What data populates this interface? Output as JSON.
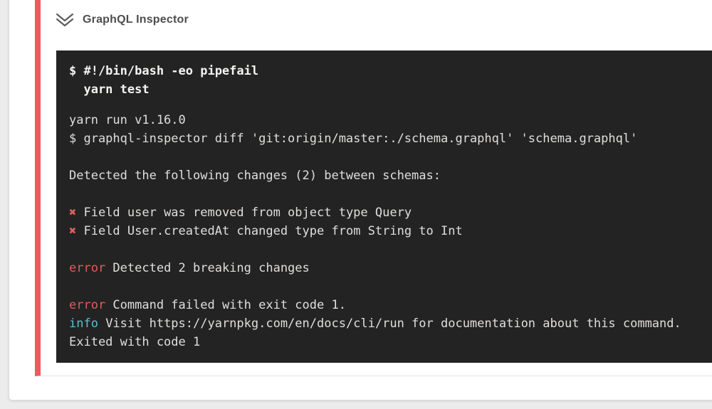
{
  "page": {
    "background_color": "#ececec"
  },
  "card": {
    "background_color": "#ffffff",
    "border_color": "#dedede"
  },
  "step": {
    "title": "GraphQL Inspector",
    "collapse_icon": "chevron-double-down-icon",
    "accent_color": "#ea5c5c",
    "status": "failed"
  },
  "terminal": {
    "background": "#232323",
    "colors": {
      "default": "#e0dedc",
      "bold": "#f5f4f2",
      "red": "#e05d5a",
      "cyan": "#54c3cf"
    },
    "command_lines": [
      {
        "text": "$ #!/bin/bash -eo pipefail"
      },
      {
        "text": "  yarn test"
      }
    ],
    "output_lines": [
      {
        "segments": [
          {
            "text": "yarn run v1.16.0",
            "color": "default"
          }
        ]
      },
      {
        "segments": [
          {
            "text": "$ graphql-inspector diff 'git:origin/master:./schema.graphql' 'schema.graphql'",
            "color": "default"
          }
        ]
      },
      {
        "segments": []
      },
      {
        "segments": [
          {
            "text": "Detected the following changes (2) between schemas:",
            "color": "default"
          }
        ]
      },
      {
        "segments": []
      },
      {
        "segments": [
          {
            "text": "✖",
            "color": "red"
          },
          {
            "text": " Field user was removed from object type Query",
            "color": "default"
          }
        ]
      },
      {
        "segments": [
          {
            "text": "✖",
            "color": "red"
          },
          {
            "text": " Field User.createdAt changed type from String to Int",
            "color": "default"
          }
        ]
      },
      {
        "segments": []
      },
      {
        "segments": [
          {
            "text": "error",
            "color": "red"
          },
          {
            "text": " Detected 2 breaking changes",
            "color": "default"
          }
        ]
      },
      {
        "segments": []
      },
      {
        "segments": [
          {
            "text": "error",
            "color": "red"
          },
          {
            "text": " Command failed with exit code 1.",
            "color": "default"
          }
        ]
      },
      {
        "segments": [
          {
            "text": "info",
            "color": "cyan"
          },
          {
            "text": " Visit https://yarnpkg.com/en/docs/cli/run for documentation about this command.",
            "color": "default"
          }
        ]
      },
      {
        "segments": [
          {
            "text": "Exited with code 1",
            "color": "default"
          }
        ]
      }
    ]
  }
}
